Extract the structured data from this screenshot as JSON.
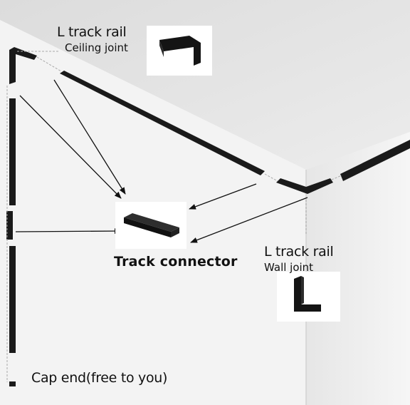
{
  "labels": {
    "ceiling_title": "L track rail",
    "ceiling_sub": "Ceiling joint",
    "connector": "Track connector",
    "wall_title": "L track rail",
    "wall_sub": "Wall joint",
    "cap_end": "Cap end(free to you)"
  },
  "colors": {
    "wall": "#f0f0f0",
    "ceiling": "#e3e3e3",
    "rail": "#1a1a1a",
    "arrow": "#111111",
    "thumb_bg": "#ffffff"
  }
}
